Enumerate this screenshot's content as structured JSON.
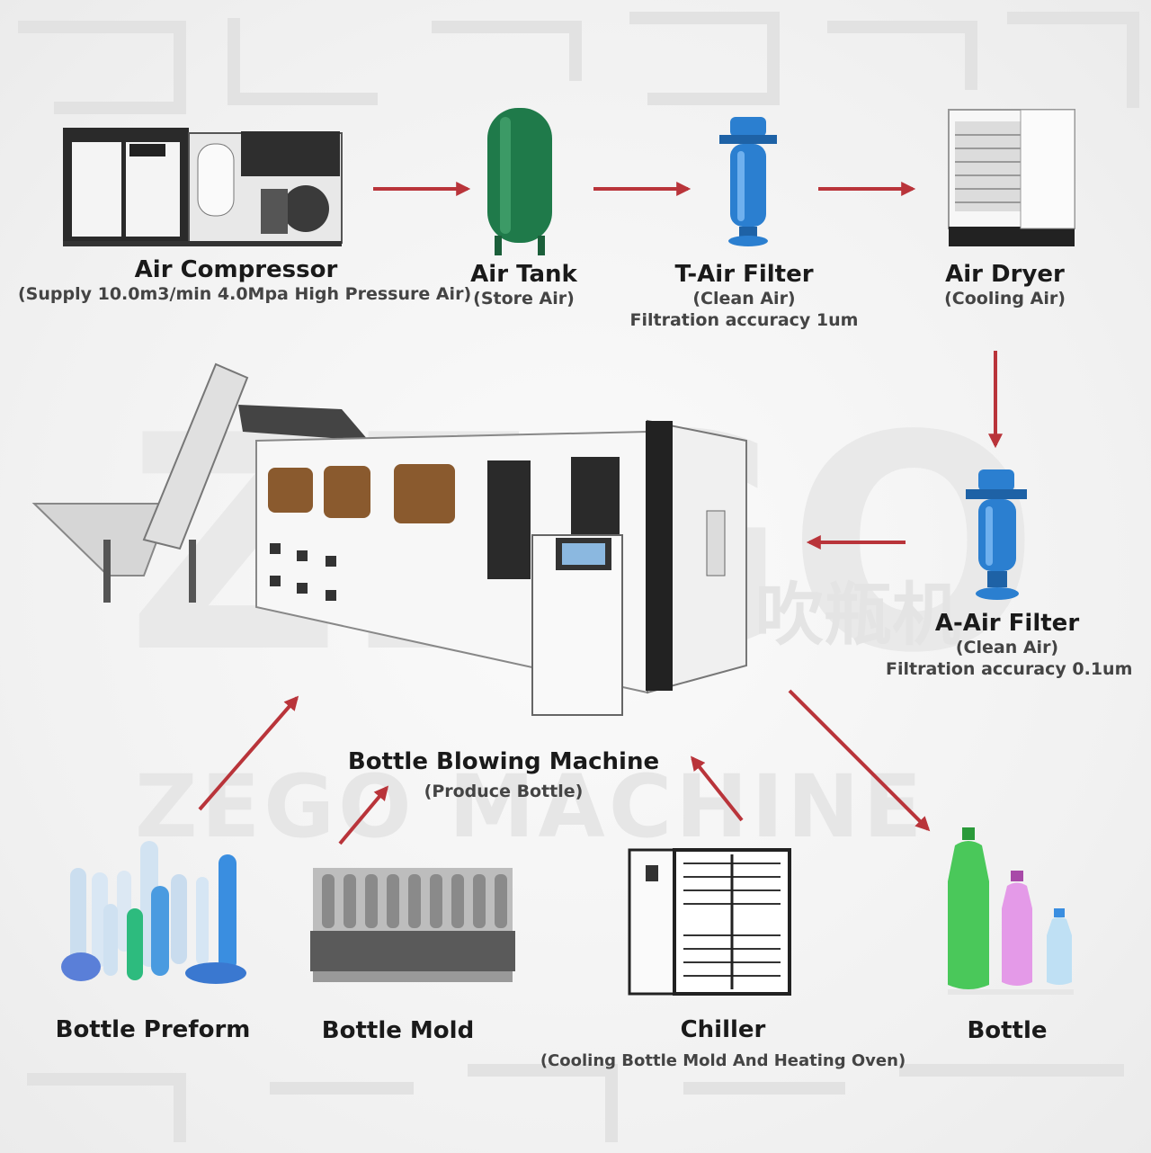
{
  "watermark": {
    "brand": "ZEGO",
    "line": "ZEGO MACHINE",
    "cjk": "吹瓶机"
  },
  "colors": {
    "arrow": "#b9343a",
    "tank": "#1f7a4a",
    "filter": "#2b7fd0",
    "text": "#1a1a1a"
  },
  "nodes": {
    "air_compressor": {
      "title": "Air Compressor",
      "sub": "(Supply 10.0m3/min 4.0Mpa High Pressure Air)"
    },
    "air_tank": {
      "title": "Air Tank",
      "sub": "(Store Air)"
    },
    "t_air_filter": {
      "title": "T-Air Filter",
      "sub": "(Clean Air)",
      "sub2": "Filtration accuracy 1um"
    },
    "air_dryer": {
      "title": "Air Dryer",
      "sub": "(Cooling Air)"
    },
    "a_air_filter": {
      "title": "A-Air Filter",
      "sub": "(Clean Air)",
      "sub2": "Filtration accuracy 0.1um"
    },
    "bottle_blowing_machine": {
      "title": "Bottle Blowing Machine",
      "sub": "(Produce Bottle)"
    },
    "bottle_preform": {
      "title": "Bottle Preform"
    },
    "bottle_mold": {
      "title": "Bottle Mold"
    },
    "chiller": {
      "title": "Chiller",
      "sub": "(Cooling Bottle Mold And Heating Oven)"
    },
    "bottle": {
      "title": "Bottle"
    }
  }
}
